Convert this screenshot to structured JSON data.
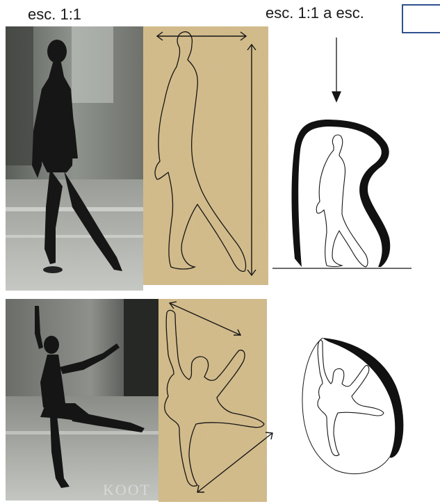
{
  "labels": {
    "top_left": "esc. 1:1",
    "top_right": "esc. 1:1 a esc. "
  },
  "watermark": "KOOT",
  "colors": {
    "paper": "#d8c08e",
    "photo_dark": "#1a1a1a",
    "photo_light": "#bfc2bd",
    "shell": "#111111",
    "outline": "#151515",
    "box_border": "#2f4f8f"
  },
  "icons": {
    "arrow_horizontal": "double-arrow-icon",
    "arrow_vertical": "double-arrow-icon",
    "arrow_down": "down-arrow-icon"
  }
}
